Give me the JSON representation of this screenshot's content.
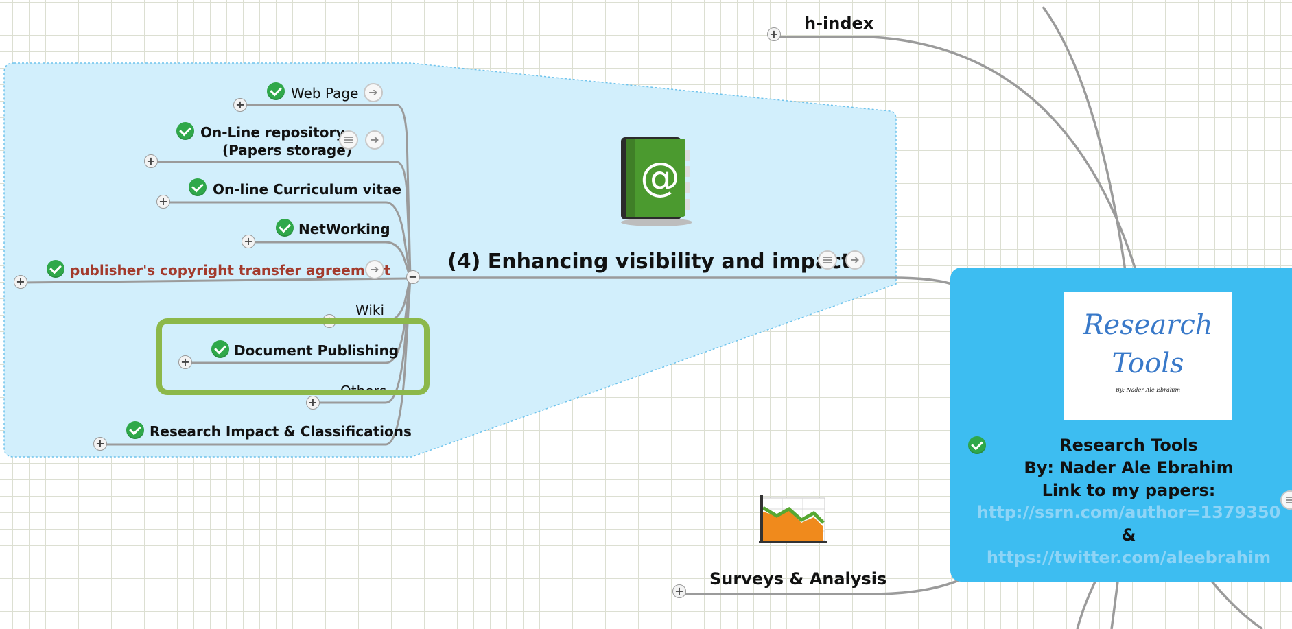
{
  "main_topic": {
    "label": "(4) Enhancing visibility and impact"
  },
  "subtopics": {
    "web_page": "Web Page",
    "online_repository_line1": "On-Line repository",
    "online_repository_line2": "(Papers storage)",
    "online_cv": "On-line Curriculum vitae",
    "networking": "NetWorking",
    "copyright": "publisher's copyright transfer agreement",
    "wiki": "Wiki",
    "document_publishing": "Document Publishing",
    "others": "Others",
    "research_impact": "Research Impact & Classifications"
  },
  "other_topics": {
    "h_index": "h-index",
    "surveys": "Surveys & Analysis"
  },
  "central": {
    "image_title_line1": "Research",
    "image_title_line2": "Tools",
    "image_byline": "By: Nader Ale Ebrahim",
    "line1": "Research Tools",
    "line2": "By: Nader Ale Ebrahim",
    "line3": "Link to my papers:",
    "link1": "http://ssrn.com/author=1379350",
    "amp": "&",
    "link2": "https://twitter.com/aleebrahim"
  },
  "colors": {
    "boundary_fill": "#d2effc",
    "boundary_border": "#6fc3ec",
    "central_fill": "#3dbdf1",
    "highlight_border": "#8cb84a",
    "check_green": "#2fa84a",
    "copyright_text": "#a33a2c",
    "link_text": "#8ed4f6",
    "connector_gray": "#9b9b9b"
  },
  "icons": {
    "address_book": "address-book-icon",
    "chart": "area-chart-icon",
    "check": "check-icon",
    "expand": "plus-icon",
    "collapse": "minus-icon",
    "notes": "notes-icon",
    "hyperlink": "arrow-right-icon"
  }
}
